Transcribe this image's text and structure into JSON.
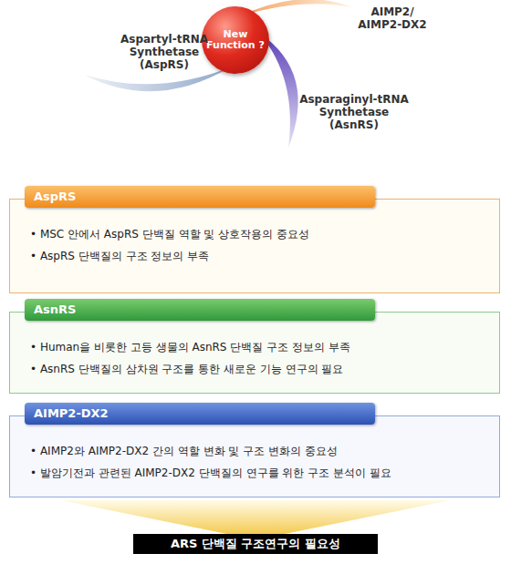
{
  "diagram": {
    "nodes": [
      {
        "text": [
          "New Function ?"
        ]
      },
      {
        "text": [
          "• MSC 안에서 AspRS 단백질 역할 및 상호작용의 중요성",
          "• AspRS 단백질의 구조 정보의 부족"
        ]
      },
      {
        "text": [
          "AspRS"
        ],
        "in": 1
      },
      {
        "text": [
          "• Human을 비롯한 고등 생물의 AsnRS 단백질 구조 정보의 부족",
          "• AsnRS 단백질의 삼차원 구조를 통한 새로운 기능 연구의 필요"
        ]
      },
      {
        "text": [
          "AsnRS"
        ],
        "in": 3
      },
      {
        "text": [
          "• AIMP2와 AIMP2-DX2 간의 역할 변화 및 구조 변화의 중요성",
          "• 발암기전과 관련된 AIMP2-DX2 단백질의 연구를 위한 구조 분석이 필요"
        ]
      },
      {
        "text": [
          "AIMP2-DX2"
        ],
        "in": 5
      },
      {
        "text": [
          "ARS 단백질 구조연구의 필요성"
        ]
      }
    ],
    "labels": [
      "Aspartyl-tRNA Synthetase (AspRS)",
      "AIMP2/ AIMP2-DX2",
      "Asparaginyl-tRNA Synthetase (AsnRS)"
    ]
  }
}
